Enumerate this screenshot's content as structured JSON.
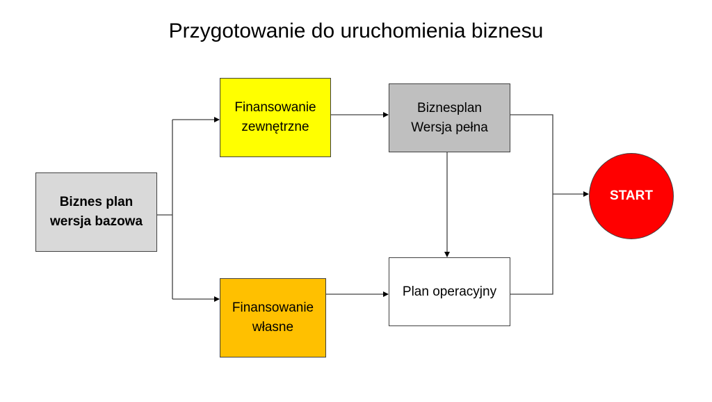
{
  "title": "Przygotowanie do uruchomienia biznesu",
  "nodes": {
    "base": {
      "line1": "Biznes plan",
      "line2": "wersja bazowa",
      "color": "#d9d9d9"
    },
    "external": {
      "line1": "Finansowanie",
      "line2": "zewnętrzne",
      "color": "#ffff00"
    },
    "own": {
      "line1": "Finansowanie",
      "line2": "własne",
      "color": "#ffc000"
    },
    "full": {
      "line1": "Biznesplan",
      "line2": "Wersja pełna",
      "color": "#bfbfbf"
    },
    "operational": {
      "line1": "Plan operacyjny",
      "color": "#ffffff"
    },
    "start": {
      "label": "START",
      "color": "#ff0000"
    }
  }
}
